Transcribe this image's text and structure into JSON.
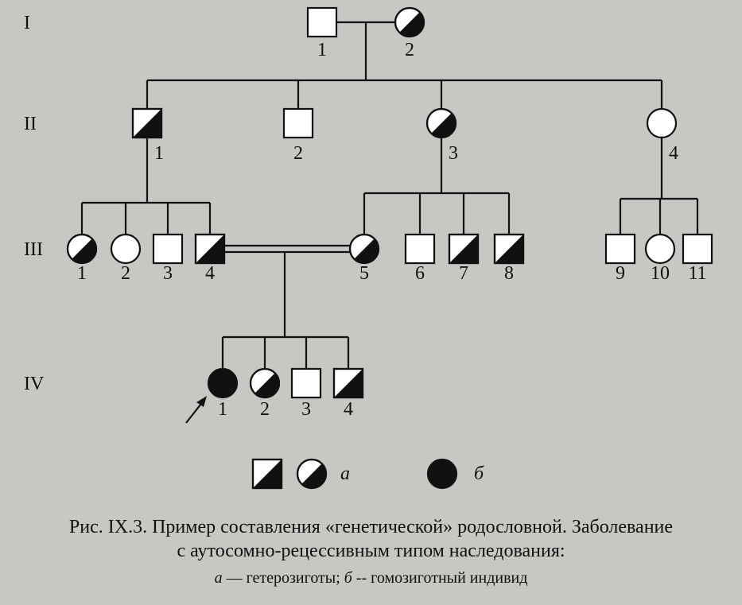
{
  "generations": [
    {
      "id": "I",
      "label": "I"
    },
    {
      "id": "II",
      "label": "II"
    },
    {
      "id": "III",
      "label": "III"
    },
    {
      "id": "IV",
      "label": "IV"
    }
  ],
  "individuals": [
    {
      "id": "I-1",
      "label": "1",
      "sex": "male",
      "status": "normal"
    },
    {
      "id": "I-2",
      "label": "2",
      "sex": "female",
      "status": "heterozygote"
    },
    {
      "id": "II-1",
      "label": "1",
      "sex": "male",
      "status": "heterozygote"
    },
    {
      "id": "II-2",
      "label": "2",
      "sex": "male",
      "status": "normal"
    },
    {
      "id": "II-3",
      "label": "3",
      "sex": "female",
      "status": "heterozygote"
    },
    {
      "id": "II-4",
      "label": "4",
      "sex": "female",
      "status": "normal"
    },
    {
      "id": "III-1",
      "label": "1",
      "sex": "female",
      "status": "heterozygote"
    },
    {
      "id": "III-2",
      "label": "2",
      "sex": "female",
      "status": "normal"
    },
    {
      "id": "III-3",
      "label": "3",
      "sex": "male",
      "status": "normal"
    },
    {
      "id": "III-4",
      "label": "4",
      "sex": "male",
      "status": "heterozygote"
    },
    {
      "id": "III-5",
      "label": "5",
      "sex": "female",
      "status": "heterozygote"
    },
    {
      "id": "III-6",
      "label": "6",
      "sex": "male",
      "status": "normal"
    },
    {
      "id": "III-7",
      "label": "7",
      "sex": "male",
      "status": "heterozygote"
    },
    {
      "id": "III-8",
      "label": "8",
      "sex": "male",
      "status": "heterozygote"
    },
    {
      "id": "III-9",
      "label": "9",
      "sex": "male",
      "status": "normal"
    },
    {
      "id": "III-10",
      "label": "10",
      "sex": "female",
      "status": "normal"
    },
    {
      "id": "III-11",
      "label": "11",
      "sex": "male",
      "status": "normal"
    },
    {
      "id": "IV-1",
      "label": "1",
      "sex": "female",
      "status": "homozygote",
      "proband": true
    },
    {
      "id": "IV-2",
      "label": "2",
      "sex": "female",
      "status": "heterozygote"
    },
    {
      "id": "IV-3",
      "label": "3",
      "sex": "male",
      "status": "normal"
    },
    {
      "id": "IV-4",
      "label": "4",
      "sex": "male",
      "status": "heterozygote"
    }
  ],
  "legend": {
    "a_label": "а",
    "b_label": "б"
  },
  "caption": {
    "line1": "Рис. IX.3. Пример составления «генетической» родословной. Заболевание",
    "line2": "с аутосомно-рецессивным типом наследования:",
    "line3_a": "а",
    "line3_a_text": " — гетерозиготы; ",
    "line3_b": "б",
    "line3_b_text": " -- гомозиготный индивид"
  }
}
